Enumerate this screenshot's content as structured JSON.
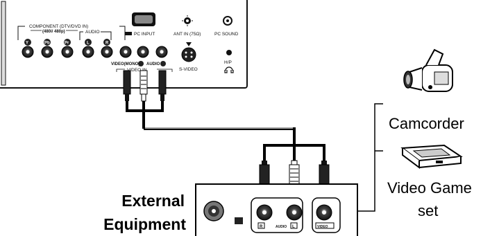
{
  "tv_panel": {
    "component_label": "COMPONENT (DTV/DVD IN)",
    "component_res": "(480i/ 480p)",
    "audio_label": "AUDIO",
    "component_jacks": [
      "Y",
      "Pb",
      "Pr",
      "L",
      "R"
    ],
    "pc_input_label": "PC INPUT",
    "ant_in_label": "ANT IN (75Ω)",
    "pc_sound_label": "PC SOUND",
    "video_mono_label": "VIDEO(MONO)",
    "audio_short_label": "AUDIO",
    "video_in_label": "VIDEO IN",
    "svideo_label": "S-VIDEO",
    "hp_label": "H/P"
  },
  "external": {
    "title_line1": "External",
    "title_line2": "Equipment",
    "jack_labels": [
      "R",
      "AUDIO",
      "L",
      "VIDEO"
    ]
  },
  "devices": {
    "camcorder": "Camcorder",
    "game_line1": "Video Game",
    "game_line2": "set"
  }
}
